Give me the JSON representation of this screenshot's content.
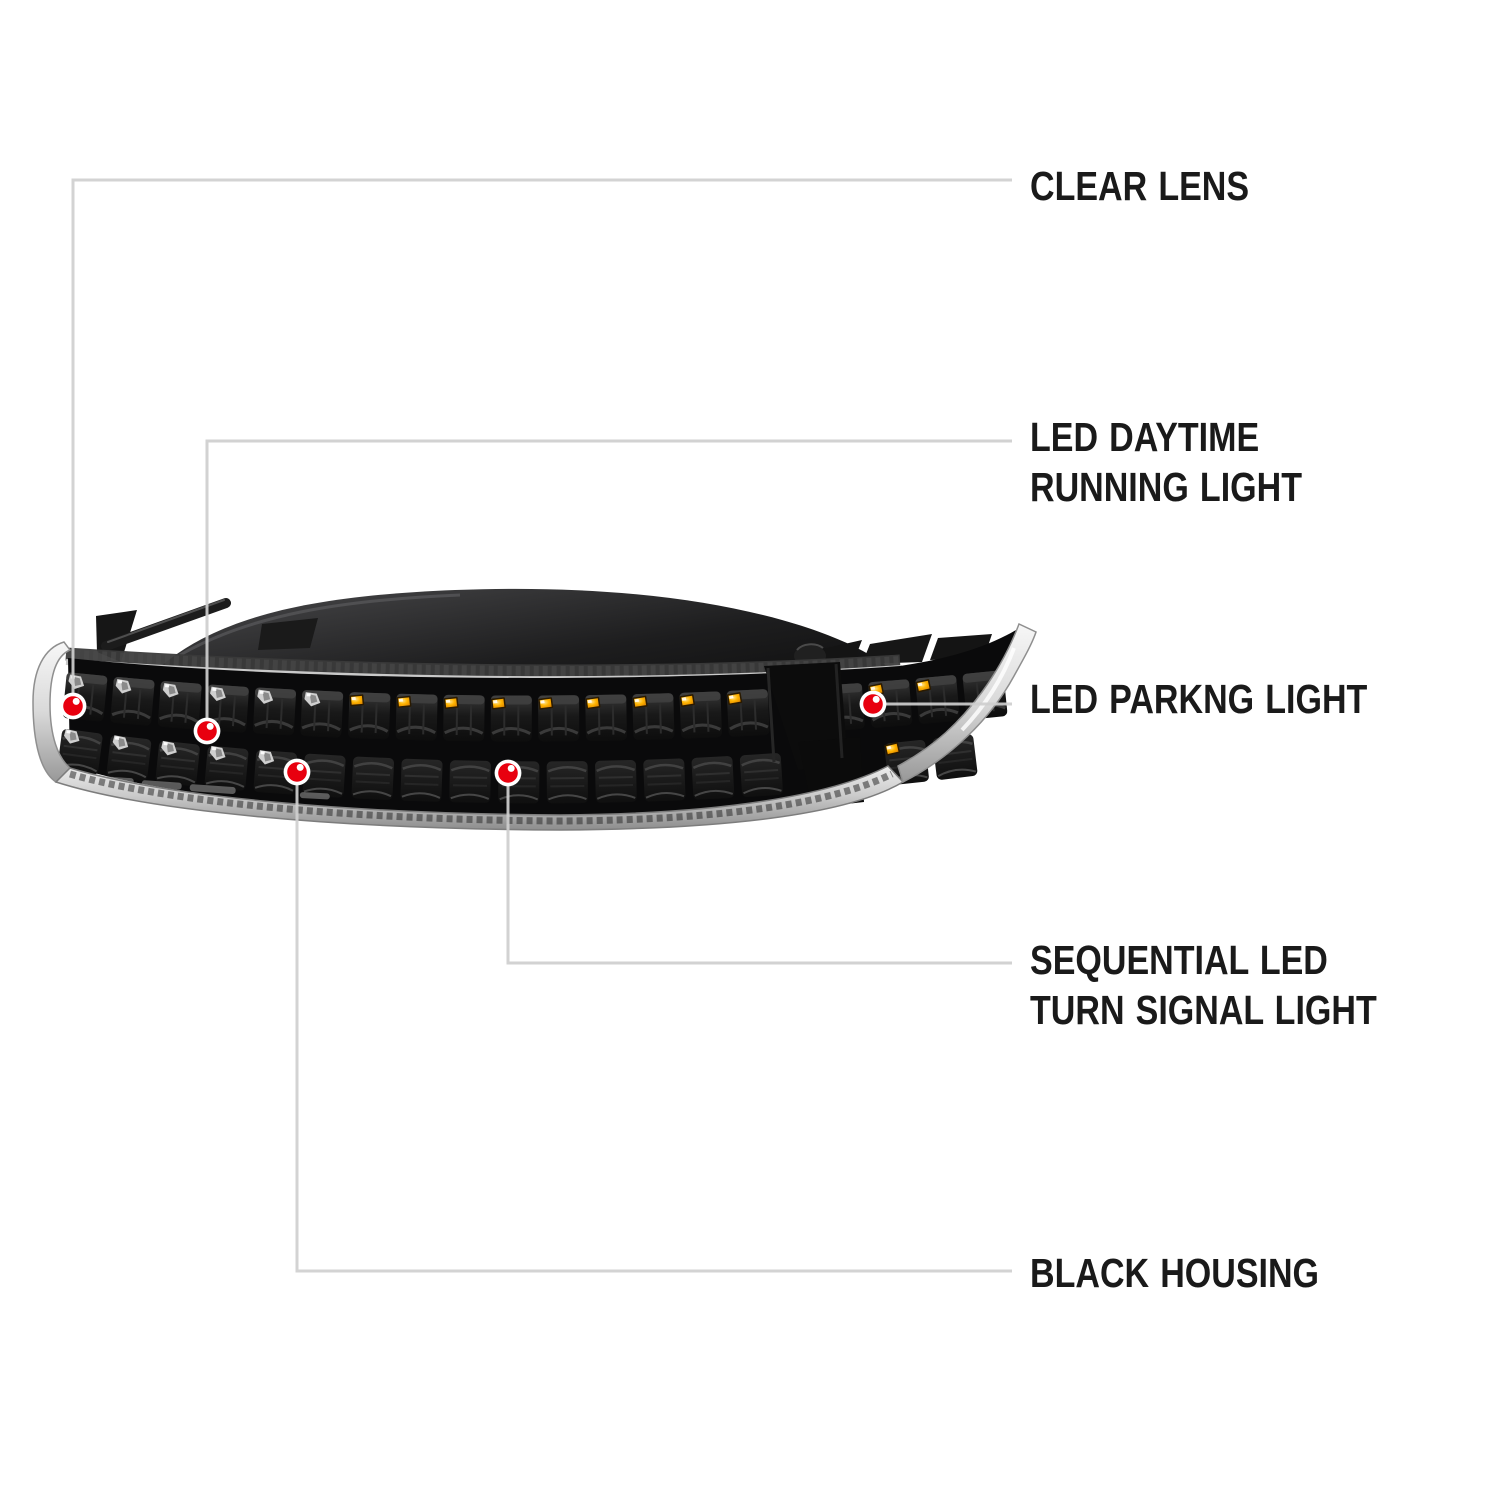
{
  "diagram": {
    "type": "product-callout-diagram",
    "product": "led-turn-signal-parking-light",
    "callouts": [
      {
        "id": "clear-lens",
        "label": "CLEAR LENS"
      },
      {
        "id": "led-daytime-running-light",
        "label": "LED DAYTIME RUNNING LIGHT"
      },
      {
        "id": "led-parking-light",
        "label": "LED PARKNG LIGHT"
      },
      {
        "id": "sequential-led-turn-signal-light",
        "label": "SEQUENTIAL LED\nTURN SIGNAL LIGHT"
      },
      {
        "id": "black-housing",
        "label": "BLACK HOUSING"
      }
    ],
    "marker_count": 5,
    "colors": {
      "background": "#ffffff",
      "marker_red": "#e8000f",
      "callout_line": "#cfcfcf",
      "label_text": "#1a1a1a",
      "amber_led": "#ffb400",
      "housing_black": "#0a0a0b",
      "lens_silver": "#d9d9d9"
    }
  }
}
